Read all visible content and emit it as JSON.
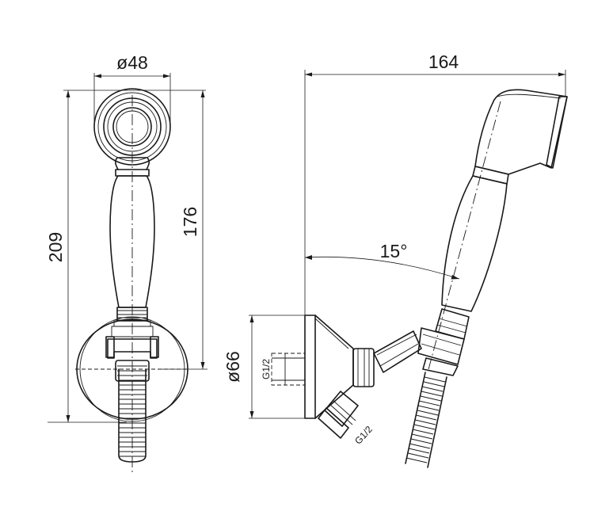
{
  "front_view": {
    "dim_width": "ø48",
    "dim_total_height": "209",
    "dim_handshower_height": "176"
  },
  "side_view": {
    "dim_length": "164",
    "dim_angle": "15°",
    "dim_flange": "ø66",
    "thread_rear": "G1/2",
    "thread_outlet": "G1/2"
  }
}
